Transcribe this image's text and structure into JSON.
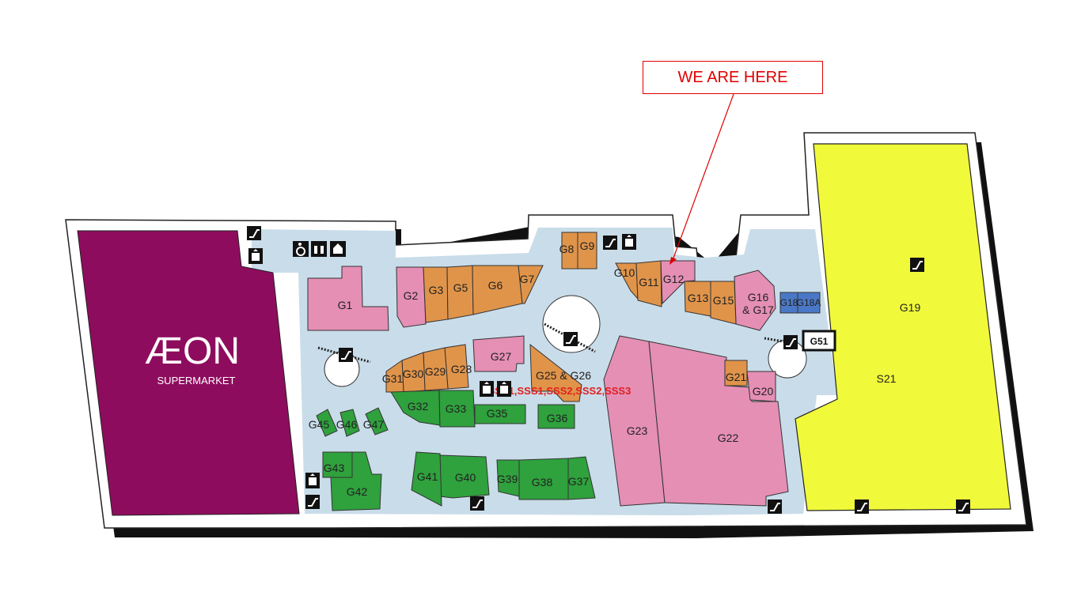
{
  "callout": {
    "text": "WE ARE HERE"
  },
  "aeon": {
    "logo": "ÆON",
    "label": "SUPERMARKET"
  },
  "colors": {
    "aeon": "#8e0c5e",
    "corridor": "#c9dce9",
    "pink": "#e58fb5",
    "orange": "#e0944a",
    "green": "#2fa13d",
    "yellow": "#f0fa3a",
    "blue": "#4a78c6",
    "marker": "#e00000"
  },
  "units": {
    "G1": "G1",
    "G2": "G2",
    "G3": "G3",
    "G5": "G5",
    "G6": "G6",
    "G7": "G7",
    "G8": "G8",
    "G9": "G9",
    "G10": "G10",
    "G11": "G11",
    "G12": "G12",
    "G13": "G13",
    "G15": "G15",
    "G16": "G16",
    "G16b": "& G17",
    "G18": "G18",
    "G18A": "G18A",
    "G19": "G19",
    "G20": "G20",
    "G21": "G21",
    "G22": "G22",
    "G23": "G23",
    "G25": "G25 & G26",
    "G27": "G27",
    "G28": "G28",
    "G29": "G29",
    "G30": "G30",
    "G31": "G31",
    "G32": "G32",
    "G33": "G33",
    "G35": "G35",
    "G36": "G36",
    "G37": "G37",
    "G38": "G38",
    "G39": "G39",
    "G40": "G40",
    "G41": "G41",
    "G42": "G42",
    "G43": "G43",
    "G45": "G45",
    "G46": "G46",
    "G47": "G47",
    "G51": "G51",
    "S21": "S21"
  },
  "kiosks": {
    "label": "SSS1,SSS1,SSS2,SSS2,SSS3"
  },
  "icons": [
    "escalator-icon",
    "lift-icon",
    "wheelchair-icon",
    "restroom-icon",
    "prayer-room-icon"
  ]
}
